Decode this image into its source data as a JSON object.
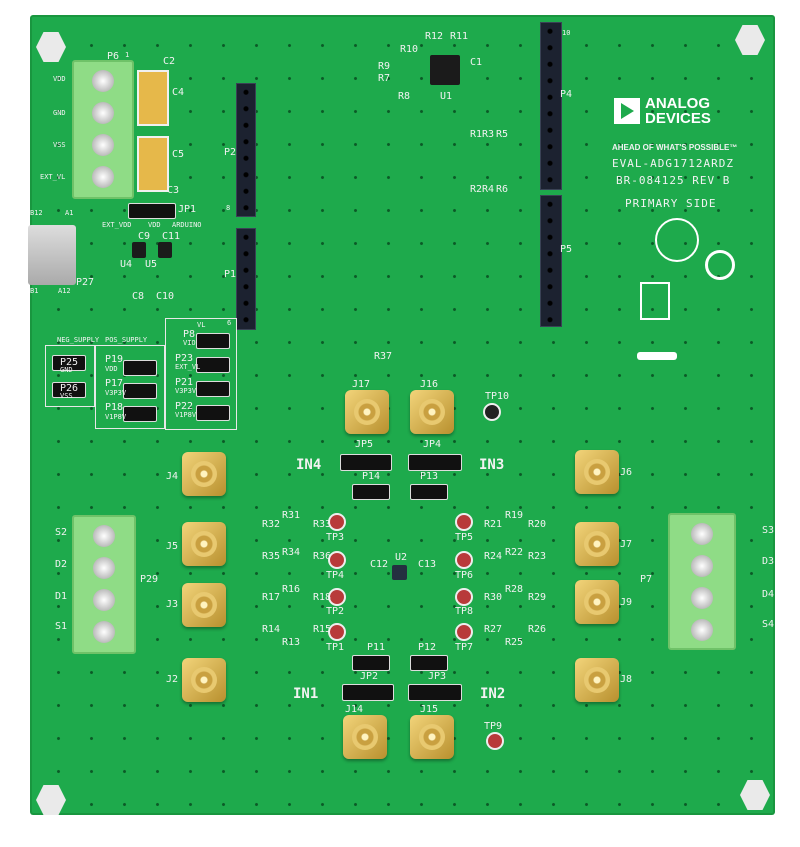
{
  "board": {
    "name": "EVAL-ADG1712ARDZ",
    "rev": "BR-084125 REV B",
    "side": "PRIMARY SIDE",
    "brand": "ANALOG DEVICES",
    "brand_line1": "ANALOG",
    "brand_line2": "DEVICES",
    "tagline": "AHEAD OF WHAT'S POSSIBLE™",
    "color": "#1eaa4c"
  },
  "labels": [
    "P6",
    "1",
    "VDD",
    "GND",
    "VSS",
    "EXT_VL",
    "C2",
    "C4",
    "C3",
    "C5",
    "JP1",
    "EXT_VDD",
    "VDD",
    "ARDUINO",
    "B12",
    "A1",
    "B1",
    "A12",
    "P27",
    "C9",
    "C11",
    "U4",
    "U5",
    "C8",
    "C10",
    "P2",
    "8",
    "P1",
    "6",
    "U1",
    "R12",
    "R11",
    "R10",
    "R9",
    "R7",
    "R8",
    "C1",
    "P4",
    "10",
    "P5",
    "R1",
    "R3",
    "R5",
    "R2",
    "R4",
    "R6",
    "R37",
    "NEG_SUPPLY",
    "P25",
    "GND",
    "P26",
    "VSS",
    "POS_SUPPLY",
    "P19",
    "VDD",
    "P17",
    "V3P3V",
    "P18",
    "V1P8V",
    "VL",
    "P8",
    "VIO",
    "P23",
    "EXT_VL",
    "P21",
    "V3P3V",
    "P22",
    "V1P8V",
    "J17",
    "J16",
    "TP10",
    "JP5",
    "JP4",
    "IN4",
    "IN3",
    "P14",
    "P13",
    "J4",
    "J5",
    "J3",
    "J2",
    "J6",
    "J7",
    "J9",
    "J8",
    "P29",
    "S2",
    "D2",
    "D1",
    "S1",
    "P7",
    "S3",
    "D3",
    "D4",
    "S4",
    "R31",
    "R32",
    "R33",
    "R34",
    "R35",
    "R36",
    "R16",
    "R17",
    "R18",
    "R13",
    "R14",
    "R15",
    "TP3",
    "TP4",
    "TP2",
    "TP1",
    "TP5",
    "TP6",
    "TP8",
    "TP7",
    "C12",
    "C13",
    "U2",
    "R19",
    "R20",
    "R21",
    "R22",
    "R23",
    "R24",
    "R28",
    "R29",
    "R30",
    "R25",
    "R26",
    "R27",
    "P11",
    "P12",
    "JP2",
    "JP3",
    "IN1",
    "IN2",
    "J14",
    "J15",
    "TP9"
  ]
}
